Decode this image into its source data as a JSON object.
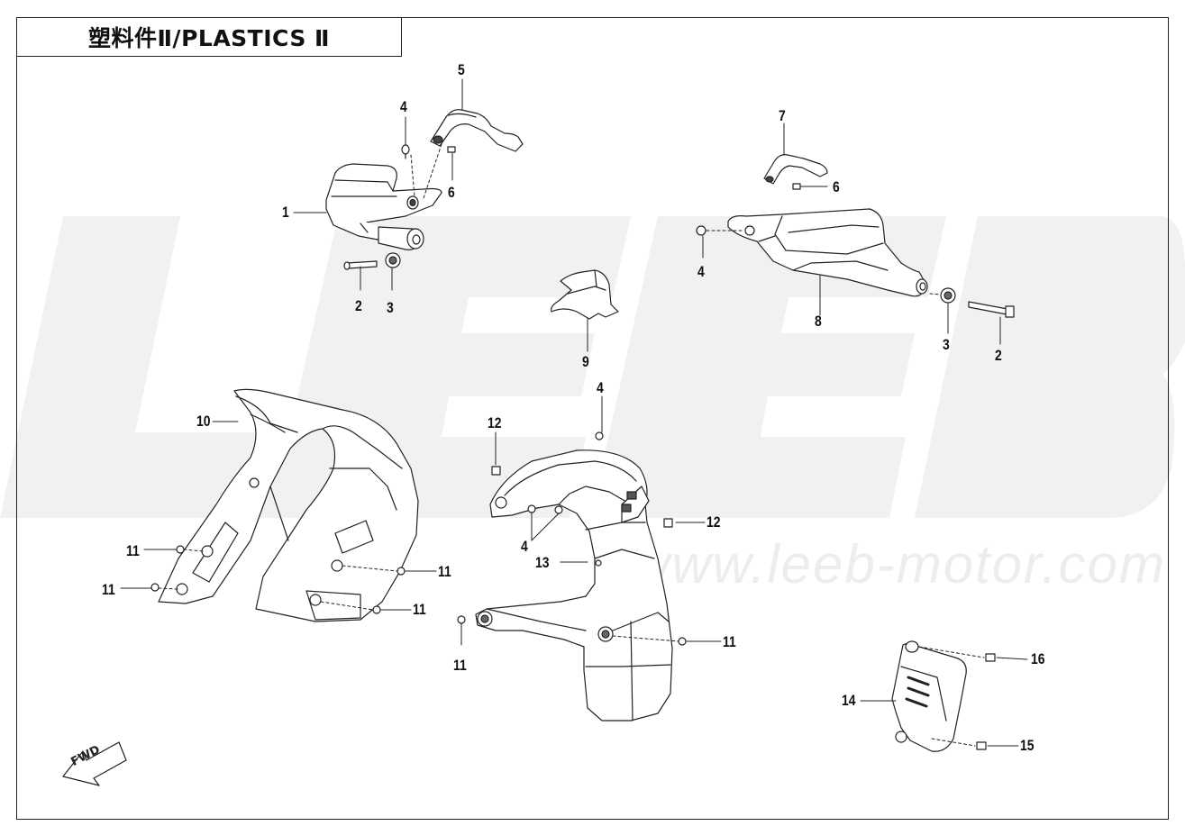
{
  "title": "塑料件Ⅱ/PLASTICS Ⅱ",
  "watermark": {
    "brand": "LEEB",
    "url": "www.leeb-motor.com"
  },
  "direction_marker": "FWD",
  "callouts": [
    {
      "id": "c1",
      "text": "1"
    },
    {
      "id": "c2a",
      "text": "2"
    },
    {
      "id": "c3a",
      "text": "3"
    },
    {
      "id": "c4a",
      "text": "4"
    },
    {
      "id": "c5",
      "text": "5"
    },
    {
      "id": "c6a",
      "text": "6"
    },
    {
      "id": "c7",
      "text": "7"
    },
    {
      "id": "c6b",
      "text": "6"
    },
    {
      "id": "c4b",
      "text": "4"
    },
    {
      "id": "c8",
      "text": "8"
    },
    {
      "id": "c3b",
      "text": "3"
    },
    {
      "id": "c2b",
      "text": "2"
    },
    {
      "id": "c9",
      "text": "9"
    },
    {
      "id": "c10",
      "text": "10"
    },
    {
      "id": "c4c",
      "text": "4"
    },
    {
      "id": "c12a",
      "text": "12"
    },
    {
      "id": "c12b",
      "text": "12"
    },
    {
      "id": "c4d",
      "text": "4"
    },
    {
      "id": "c13",
      "text": "13"
    },
    {
      "id": "c11a",
      "text": "11"
    },
    {
      "id": "c11b",
      "text": "11"
    },
    {
      "id": "c11c",
      "text": "11"
    },
    {
      "id": "c11d",
      "text": "11"
    },
    {
      "id": "c11e",
      "text": "11"
    },
    {
      "id": "c11f",
      "text": "11"
    },
    {
      "id": "c14",
      "text": "14"
    },
    {
      "id": "c15",
      "text": "15"
    },
    {
      "id": "c16",
      "text": "16"
    }
  ]
}
